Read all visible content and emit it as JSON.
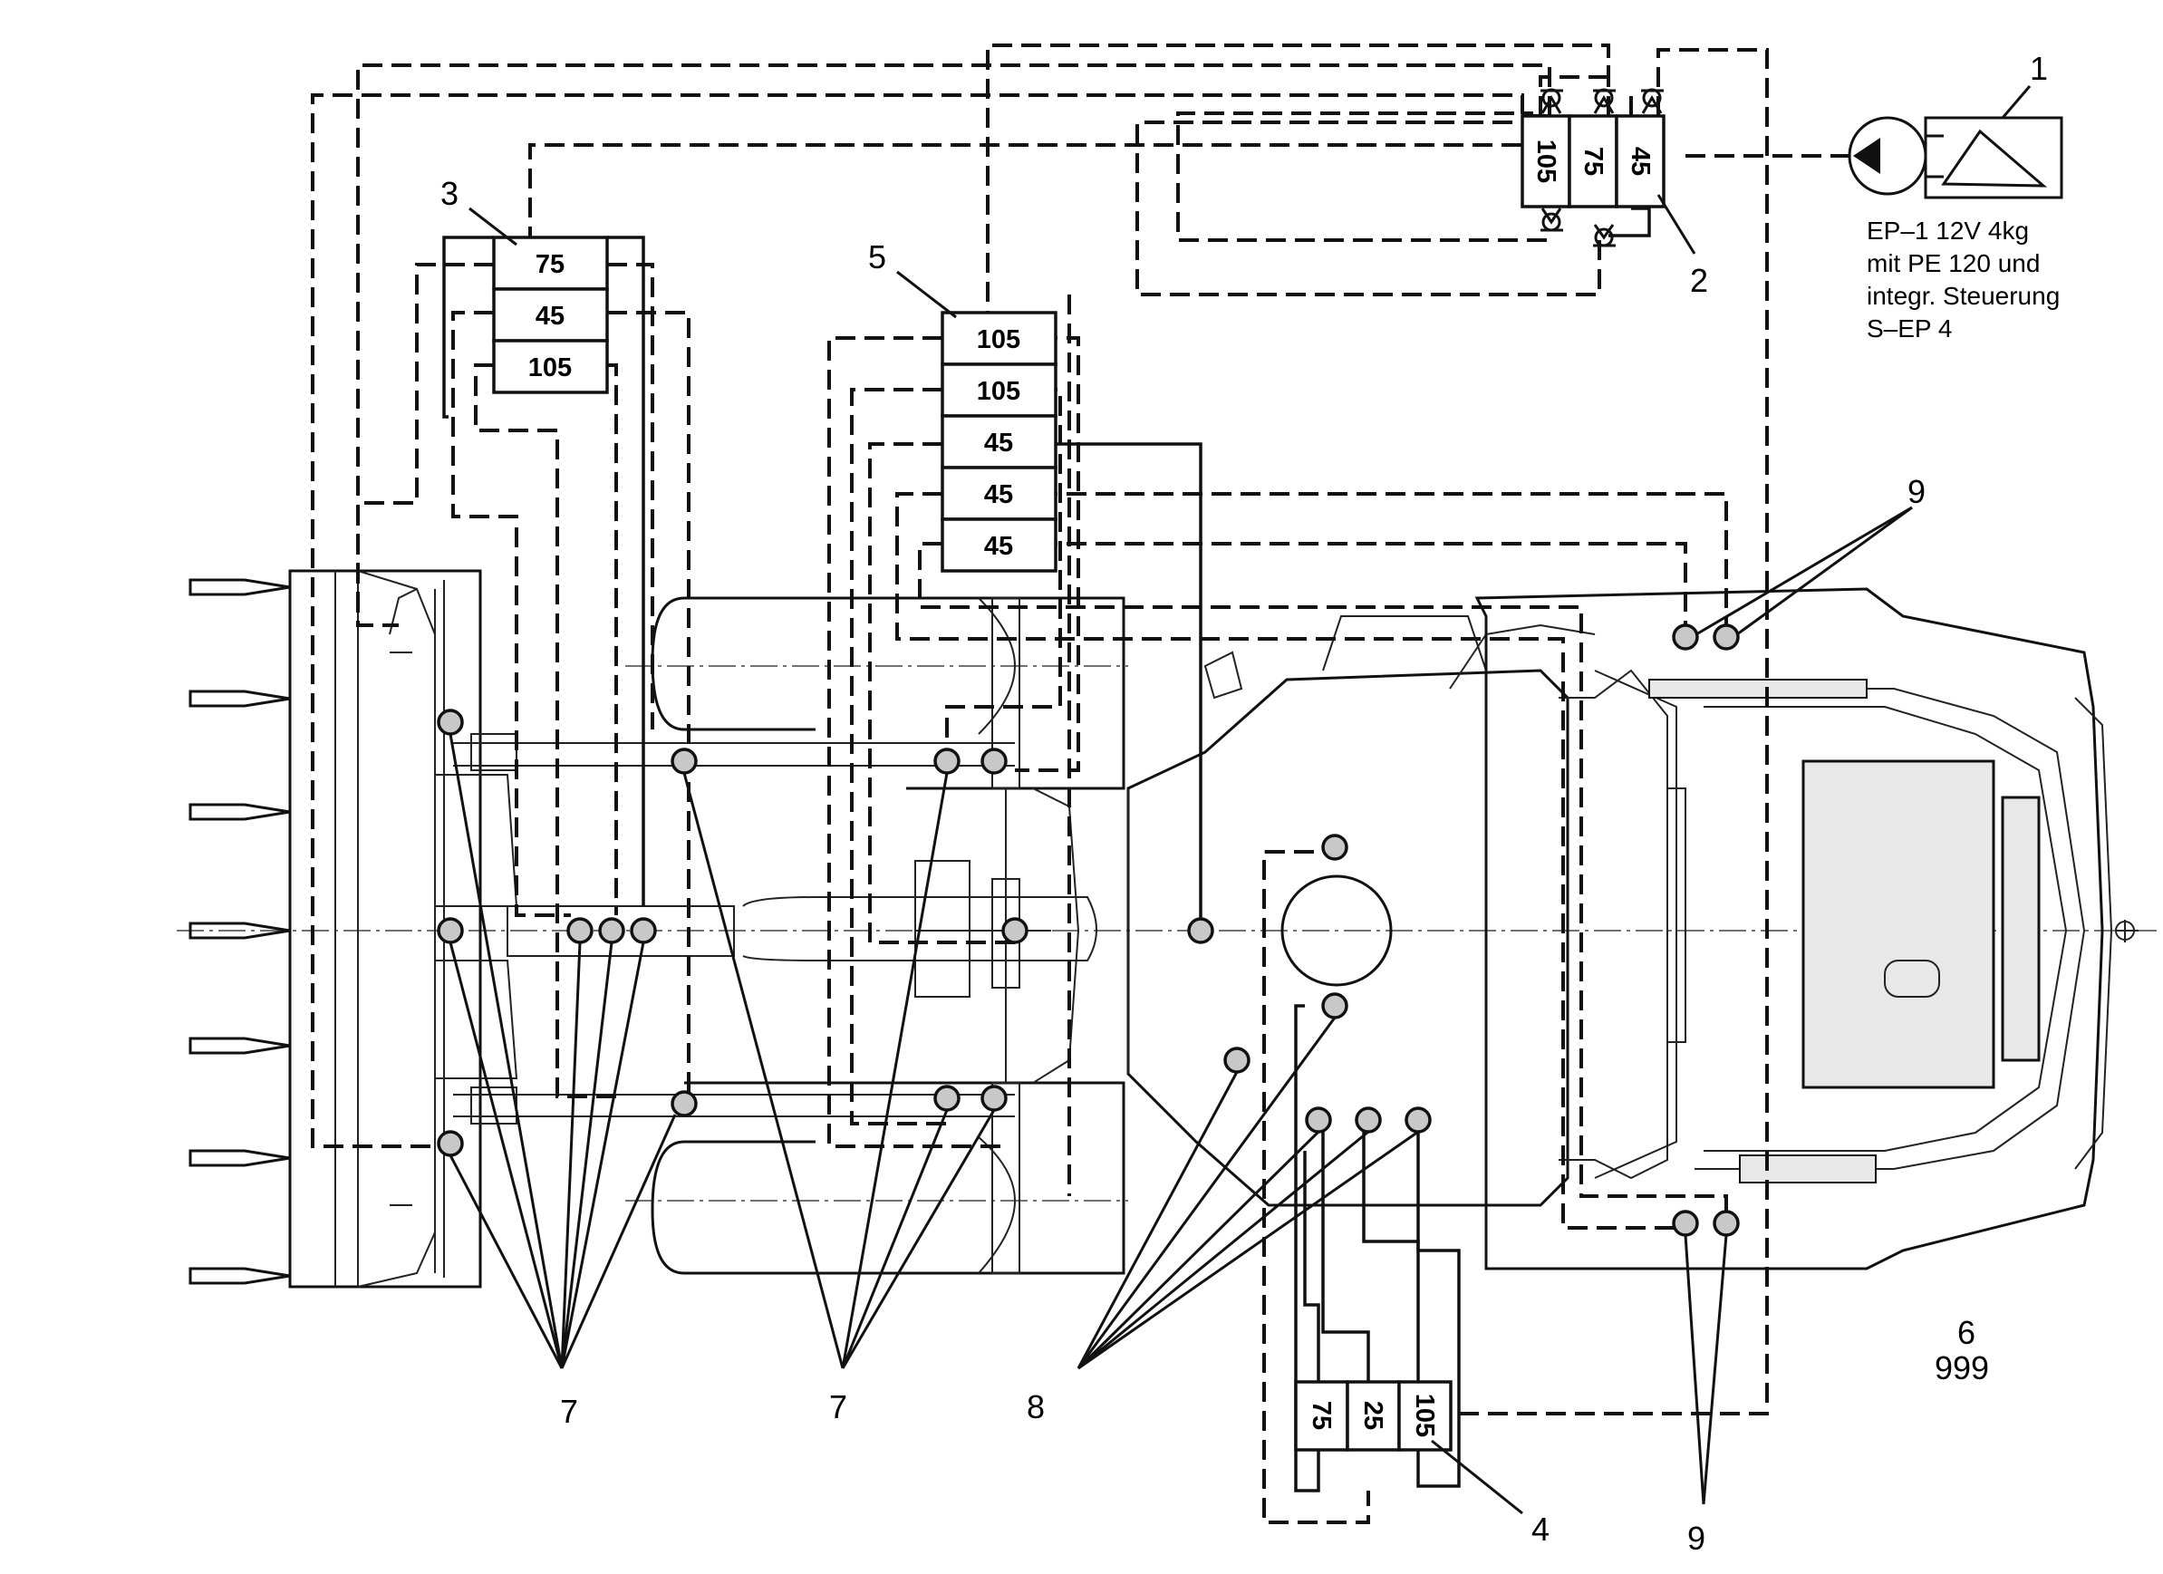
{
  "pump": {
    "callout": "1",
    "description": [
      "EP–1 12V 4kg",
      "mit PE 120 und",
      "integr. Steuerung",
      "S–EP 4"
    ]
  },
  "distributor_2": {
    "callout": "2",
    "sections": [
      "105",
      "75",
      "45"
    ]
  },
  "distributor_3": {
    "callout": "3",
    "sections": [
      "75",
      "45",
      "105"
    ]
  },
  "distributor_4": {
    "callout": "4",
    "sections": [
      "75",
      "25",
      "105"
    ]
  },
  "distributor_5": {
    "callout": "5",
    "sections": [
      "105",
      "105",
      "45",
      "45",
      "45"
    ]
  },
  "callouts": {
    "six": "6",
    "code": "999",
    "seven_left": "7",
    "seven_right": "7",
    "eight": "8",
    "nine_top": "9",
    "nine_bottom": "9"
  }
}
